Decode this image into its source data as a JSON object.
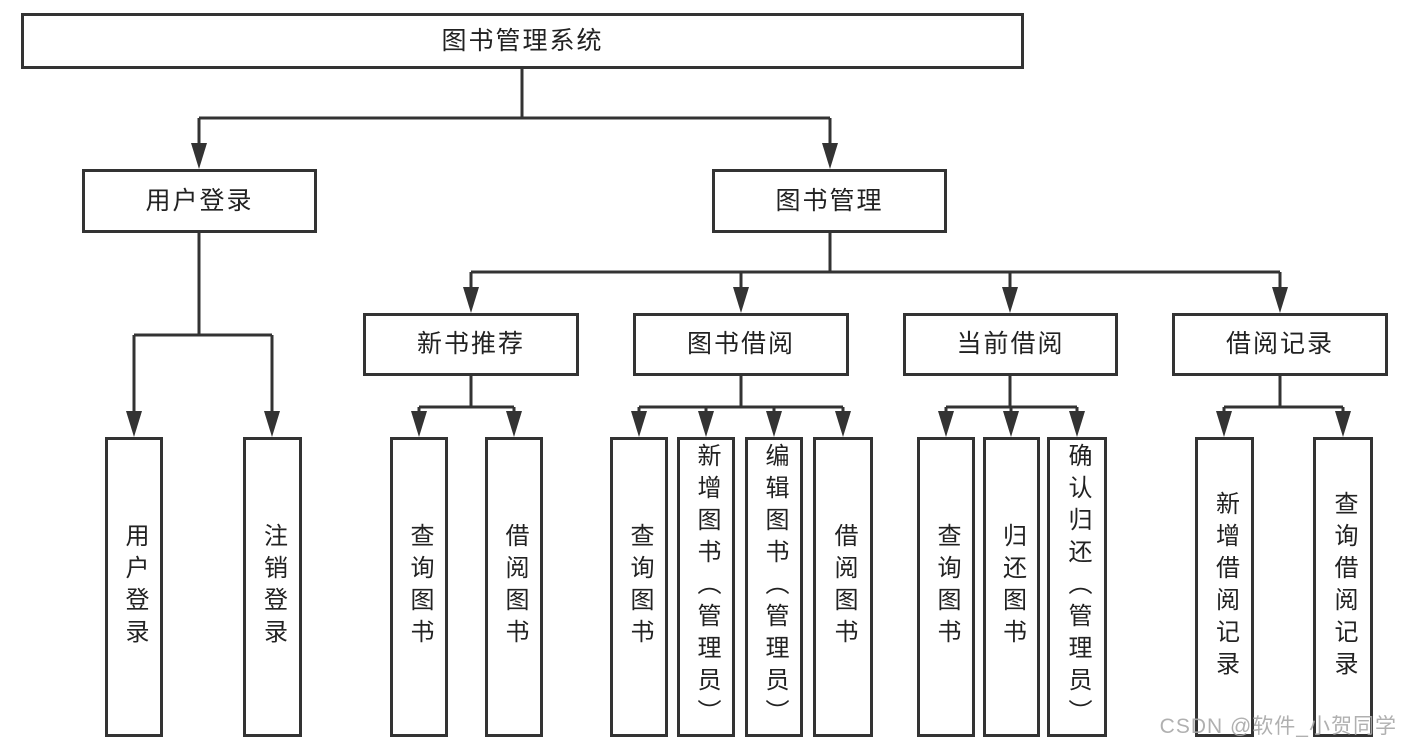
{
  "colors": {
    "line": "#333333",
    "text": "#222222",
    "background": "#ffffff",
    "watermark": "#a8a8a8"
  },
  "watermark": "CSDN @软件_小贺同学",
  "tree": {
    "label": "图书管理系统",
    "children": [
      {
        "label": "用户登录",
        "children": [
          {
            "label": "用户登录"
          },
          {
            "label": "注销登录"
          }
        ]
      },
      {
        "label": "图书管理",
        "children": [
          {
            "label": "新书推荐",
            "children": [
              {
                "label": "查询图书"
              },
              {
                "label": "借阅图书"
              }
            ]
          },
          {
            "label": "图书借阅",
            "children": [
              {
                "label": "查询图书"
              },
              {
                "label": "新增图书（管理员）"
              },
              {
                "label": "编辑图书（管理员）"
              },
              {
                "label": "借阅图书"
              }
            ]
          },
          {
            "label": "当前借阅",
            "children": [
              {
                "label": "查询图书"
              },
              {
                "label": "归还图书"
              },
              {
                "label": "确认归还（管理员）"
              }
            ]
          },
          {
            "label": "借阅记录",
            "children": [
              {
                "label": "新增借阅记录"
              },
              {
                "label": "查询借阅记录"
              }
            ]
          }
        ]
      }
    ]
  }
}
